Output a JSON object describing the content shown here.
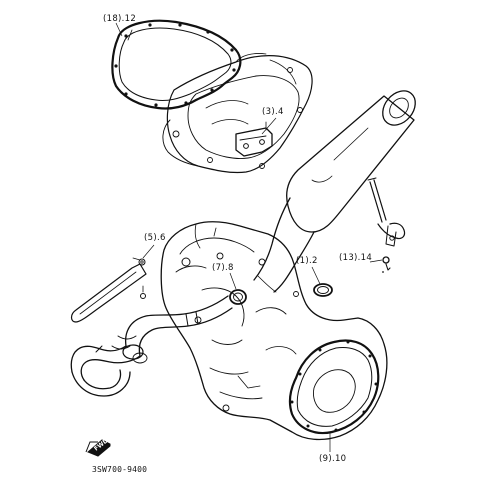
{
  "colors": {
    "line": "#111111",
    "background": "#ffffff"
  },
  "callouts": [
    {
      "id": "c1",
      "text": "(18).12"
    },
    {
      "id": "c2",
      "text": "(3).4"
    },
    {
      "id": "c3",
      "text": "(5).6"
    },
    {
      "id": "c4",
      "text": "(7).8"
    },
    {
      "id": "c5",
      "text": "(1).2"
    },
    {
      "id": "c6",
      "text": "(13).14"
    },
    {
      "id": "c7",
      "text": "(9).10"
    }
  ],
  "forward_badge": {
    "text": "FWD",
    "icon": "forward-arrow-icon"
  },
  "diagram_code": "3SW700-9400"
}
